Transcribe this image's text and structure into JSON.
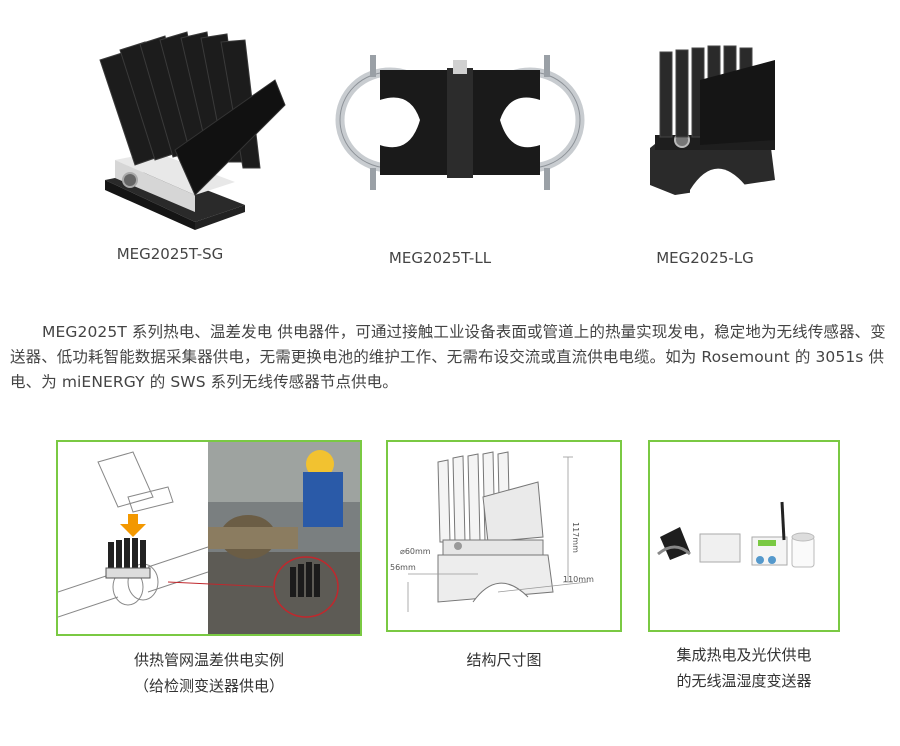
{
  "products": [
    {
      "label": "MEG2025T-SG"
    },
    {
      "label": "MEG2025T-LL"
    },
    {
      "label": "MEG2025-LG"
    }
  ],
  "description": "MEG2025T 系列热电、温差发电 供电器件，可通过接触工业设备表面或管道上的热量实现发电，稳定地为无线传感器、变送器、低功耗智能数据采集器供电，无需更换电池的维护工作、无需布设交流或直流供电电缆。如为 Rosemount 的 3051s 供电、为 miENERGY 的 SWS 系列无线传感器节点供电。",
  "panels": [
    {
      "caption_line1": "供热管网温差供电实例",
      "caption_line2": "（给检测变送器供电）"
    },
    {
      "caption_line1": "结构尺寸图",
      "caption_line2": ""
    },
    {
      "caption_line1": "集成热电及光伏供电",
      "caption_line2": "的无线温湿度变送器"
    }
  ],
  "drawing": {
    "dim_height": "117mm",
    "dim_diameter": "⌀60mm",
    "dim_base": "56mm",
    "dim_width": "110mm"
  },
  "colors": {
    "frame": "#7ac943",
    "heatsink": "#1e1e1e",
    "clamp": "#c8ccd0",
    "arrow": "#f39800"
  }
}
